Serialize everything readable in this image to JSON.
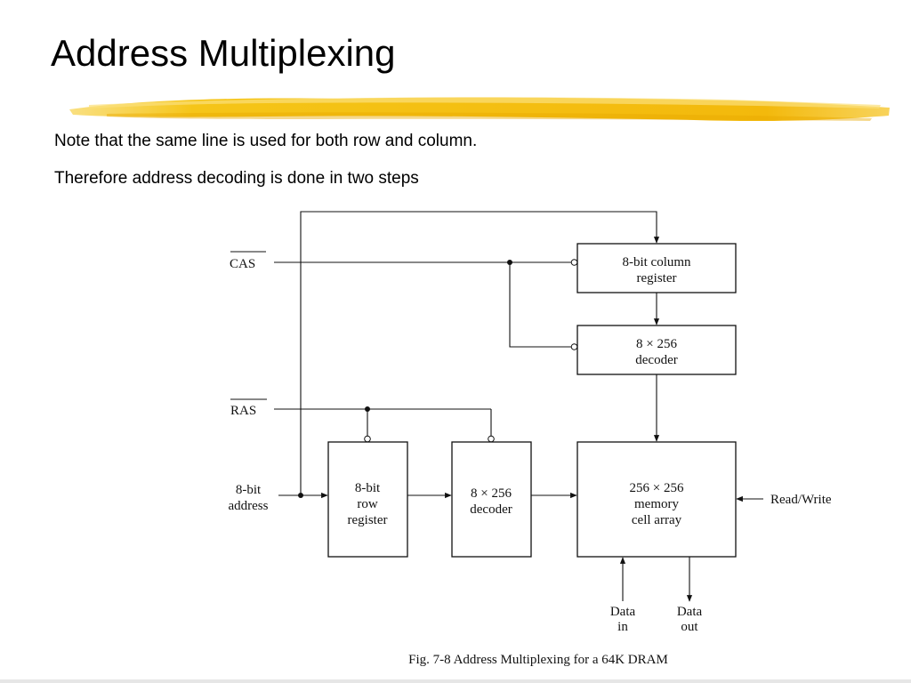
{
  "slide": {
    "title": "Address Multiplexing",
    "bullets": [
      "Note that the same line is used for both row and column.",
      "Therefore address decoding is done in two steps"
    ],
    "accent_color": "#f5c518"
  },
  "diagram": {
    "signals": {
      "cas": "CAS",
      "ras": "RAS",
      "address_line1": "8-bit",
      "address_line2": "address",
      "read_write": "Read/Write",
      "data_in_line1": "Data",
      "data_in_line2": "in",
      "data_out_line1": "Data",
      "data_out_line2": "out"
    },
    "blocks": {
      "column_register": [
        "8-bit column",
        "register"
      ],
      "column_decoder": [
        "8 × 256",
        "decoder"
      ],
      "row_register": [
        "8-bit",
        "row",
        "register"
      ],
      "row_decoder": [
        "8 × 256",
        "decoder"
      ],
      "memory_array": [
        "256 × 256",
        "memory",
        "cell array"
      ]
    },
    "caption": "Fig. 7-8  Address Multiplexing for a 64K DRAM"
  }
}
